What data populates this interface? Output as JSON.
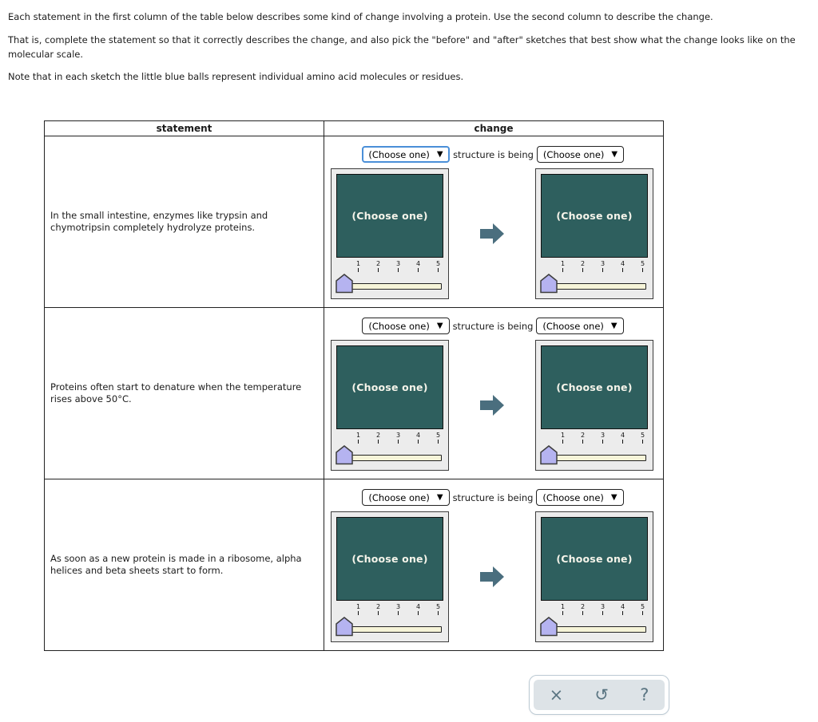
{
  "instructions": [
    "Each statement in the first column of the table below describes some kind of change involving a protein. Use the second column to describe the change.",
    "That is, complete the statement so that it correctly describes the change, and also pick the \"before\" and \"after\" sketches that best show what the change looks like on the molecular scale.",
    "Note that in each sketch the little blue balls represent individual amino acid molecules or residues."
  ],
  "table": {
    "header": {
      "statement": "statement",
      "change": "change"
    },
    "rows": [
      {
        "statement": "In the small intestine, enzymes like trypsin and chymotripsin completely hydrolyze proteins.",
        "dropdown_before": "(Choose one)",
        "connector": "structure is being",
        "dropdown_after": "(Choose one)",
        "sketch_before": "(Choose one)",
        "sketch_after": "(Choose one)"
      },
      {
        "statement": "Proteins often start to denature when the temperature rises above 50°C.",
        "dropdown_before": "(Choose one)",
        "connector": "structure is being",
        "dropdown_after": "(Choose one)",
        "sketch_before": "(Choose one)",
        "sketch_after": "(Choose one)"
      },
      {
        "statement": "As soon as a new protein is made in a ribosome, alpha helices and beta sheets start to form.",
        "dropdown_before": "(Choose one)",
        "connector": "structure is being",
        "dropdown_after": "(Choose one)",
        "sketch_before": "(Choose one)",
        "sketch_after": "(Choose one)"
      }
    ]
  },
  "slider": {
    "ticks": [
      "1",
      "2",
      "3",
      "4",
      "5"
    ]
  },
  "icons": {
    "dropdown_arrow": "▼",
    "clear": "×",
    "reset": "↺",
    "help": "?"
  },
  "colors": {
    "canvas_teal": "#2e5f5e",
    "arrow_slate": "#4a6e7e",
    "slider_handle": "#b5b3f0",
    "slider_track": "#f6f4d8",
    "focus_ring": "#4a8fd8",
    "footer_icon": "#5a7582"
  }
}
